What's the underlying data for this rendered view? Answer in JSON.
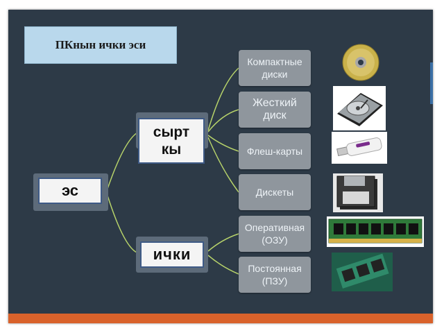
{
  "title": "ПКнын ички эси",
  "root": {
    "label": "эс"
  },
  "branches": [
    {
      "label": "сырт\nкы"
    },
    {
      "label": "ички"
    }
  ],
  "leaves": [
    {
      "label": "Компактные диски",
      "image": "cd-disc-icon"
    },
    {
      "label": "Жесткий диск",
      "image": "hard-drive-icon"
    },
    {
      "label": "Флеш-карты",
      "image": "flash-drive-icon"
    },
    {
      "label": "Дискеты",
      "image": "floppy-disk-icon"
    },
    {
      "label": "Оперативная (ОЗУ)",
      "image": "ram-module-icon"
    },
    {
      "label": "Постоянная (ПЗУ)",
      "image": "rom-chip-icon"
    }
  ],
  "colors": {
    "slide_background": "#2d3a47",
    "title_background": "#b9d8ec",
    "node_border": "#3e5a86",
    "leaf_background": "#8f969d",
    "connector": "#b7d36a",
    "accent_stripe": "#d9622b"
  }
}
